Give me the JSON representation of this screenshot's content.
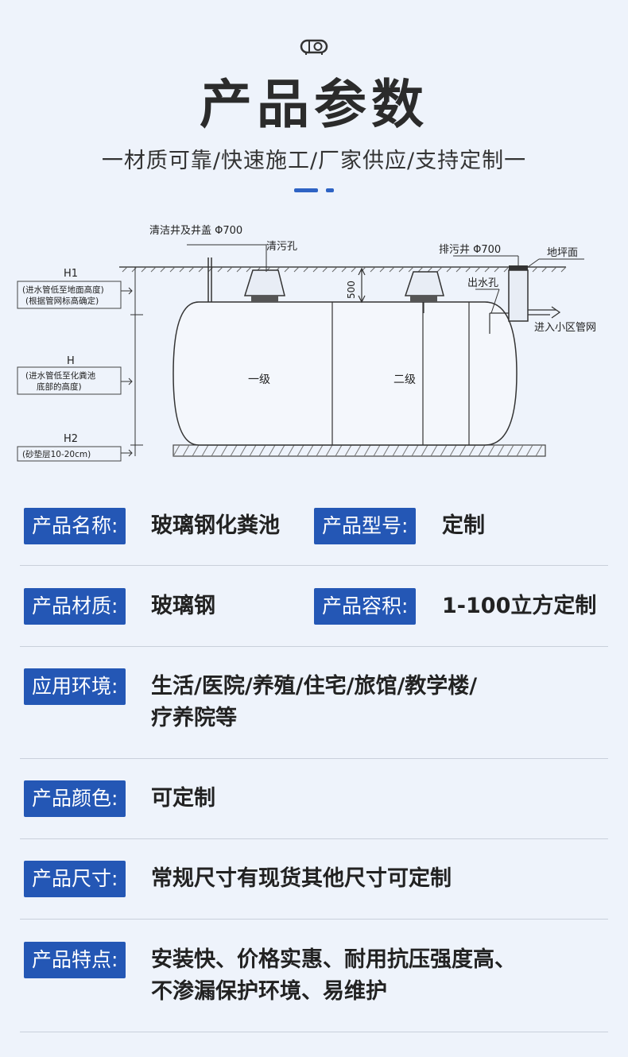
{
  "header": {
    "title": "产品参数",
    "subtitle": "一材质可靠/快速施工/厂家供应/支持定制一"
  },
  "diagram": {
    "label_clean_well": "清洁井及井盖 Φ700",
    "label_clean_hole": "清污孔",
    "label_drain_well": "排污井 Φ700",
    "label_ground": "地坪面",
    "label_outlet": "出水孔",
    "label_network": "进入小区管网",
    "label_500": "500",
    "label_h1": "H1",
    "label_h1_desc1": "(进水管低至地面高度)",
    "label_h1_desc2": "(根据管网标高确定)",
    "label_h": "H",
    "label_h_desc1": "(进水管低至化粪池",
    "label_h_desc2": "底部的高度)",
    "label_h2": "H2",
    "label_h2_desc": "(砂垫层10-20cm)",
    "label_stage1": "一级",
    "label_stage2": "二级"
  },
  "specs": {
    "name_label": "产品名称:",
    "name_value": "玻璃钢化粪池",
    "model_label": "产品型号:",
    "model_value": "定制",
    "material_label": "产品材质:",
    "material_value": "玻璃钢",
    "volume_label": "产品容积:",
    "volume_value": "1-100立方定制",
    "env_label": "应用环境:",
    "env_value_line1": "生活/医院/养殖/住宅/旅馆/教学楼/",
    "env_value_line2": "疗养院等",
    "color_label": "产品颜色:",
    "color_value": "可定制",
    "size_label": "产品尺寸:",
    "size_value": "常规尺寸有现货其他尺寸可定制",
    "feature_label": "产品特点:",
    "feature_value_line1": "安装快、价格实惠、耐用抗压强度高、",
    "feature_value_line2": "不渗漏保护环境、易维护"
  },
  "colors": {
    "accent": "#2457b5",
    "background": "#eef3fb"
  }
}
